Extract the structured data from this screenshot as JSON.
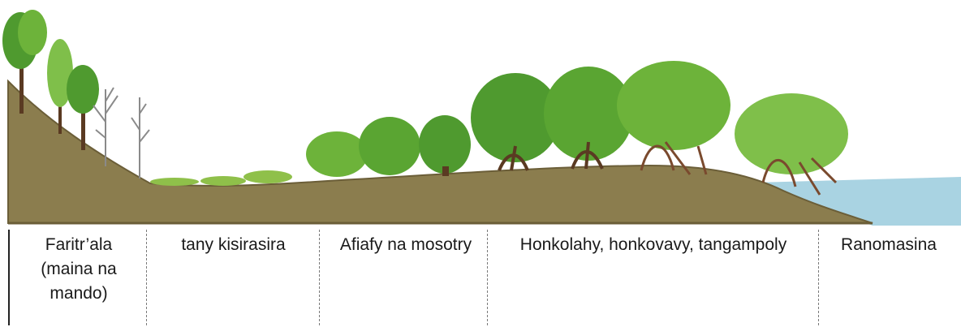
{
  "zones": [
    {
      "id": "upland",
      "label": "Faritr’ala (maina na mando)"
    },
    {
      "id": "saltflat",
      "label": "tany kisirasira"
    },
    {
      "id": "shrub",
      "label": "Afiafy na mosotry"
    },
    {
      "id": "mangrove",
      "label": "Honkolahy, honkovavy, tangampoly"
    },
    {
      "id": "sea",
      "label": "Ranomasina"
    }
  ],
  "colors": {
    "ground": "#8b7d4e",
    "ground_edge": "#6b5e38",
    "sea": "#a9d3e2",
    "tree_green": "#4f9a2f",
    "tree_light": "#7fbf4a",
    "trunk": "#5a3a22",
    "dead_tree": "#8a8a8a",
    "grass": "#8fc04a"
  }
}
